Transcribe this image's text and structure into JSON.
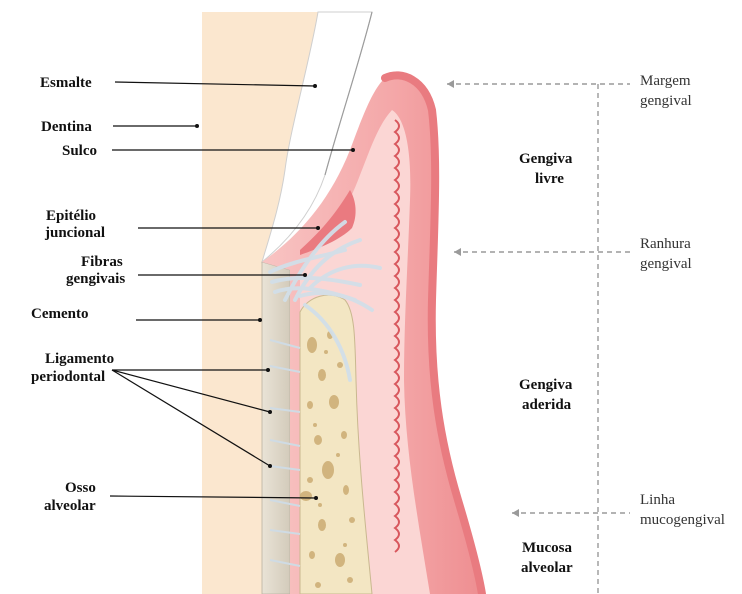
{
  "left_labels": {
    "esmalte": [
      "Esmalte"
    ],
    "dentina": [
      "Dentina"
    ],
    "sulco": [
      "Sulco"
    ],
    "epitelio_juncional": [
      "Epitélio",
      "juncional"
    ],
    "fibras_gengivais": [
      "Fibras",
      "gengivais"
    ],
    "cemento": [
      "Cemento"
    ],
    "ligamento_periodontal": [
      "Ligamento",
      "periodontal"
    ],
    "osso_alveolar": [
      "Osso",
      "alveolar"
    ]
  },
  "right_labels": {
    "margem_gengival": [
      "Margem",
      "gengival"
    ],
    "ranhura_gengival": [
      "Ranhura",
      "gengival"
    ],
    "linha_mucogengival": [
      "Linha",
      "mucogengival"
    ]
  },
  "zones": {
    "gengiva_livre": [
      "Gengiva",
      "livre"
    ],
    "gengiva_aderida": [
      "Gengiva",
      "aderida"
    ],
    "mucosa_alveolar": [
      "Mucosa",
      "alveolar"
    ]
  },
  "colors": {
    "dentin": "#fbe7cf",
    "enamel": "#ffffff",
    "gingiva": "#f4a9aa",
    "gingiva_dark": "#e56d72",
    "connective": "#fbd3d1",
    "bone": "#f3e6c3",
    "bone_pore": "#c9a86e",
    "fiber": "#d6e2ea",
    "leader": "#111111",
    "dashed": "#9a9a9a"
  }
}
